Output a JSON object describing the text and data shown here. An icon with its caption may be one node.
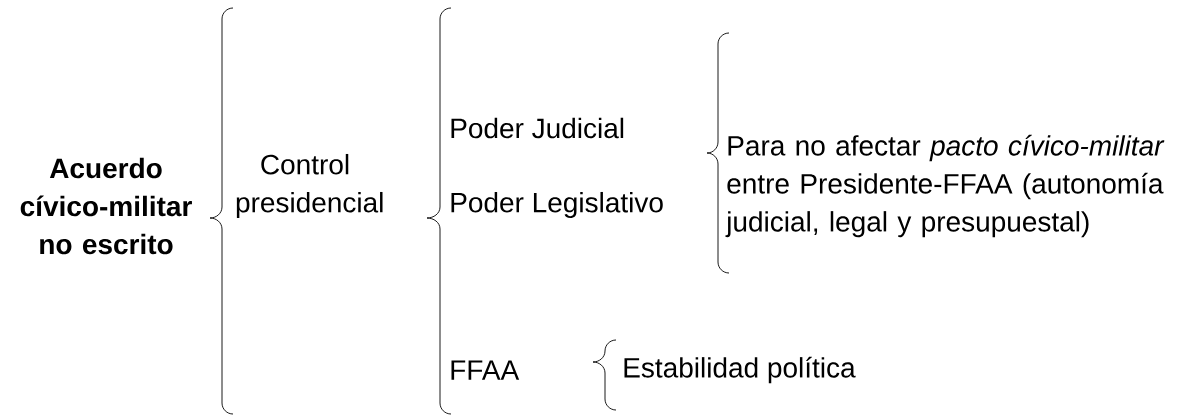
{
  "diagram": {
    "nodes": [
      {
        "text": [
          "Acuerdo cívico-militar no escrito"
        ]
      },
      {
        "text": [
          "Control presidencial"
        ]
      },
      {
        "text": [
          "Poder Judicial"
        ]
      },
      {
        "text": [
          "Poder Legislativo"
        ]
      },
      {
        "text": [
          "FFAA"
        ]
      },
      {
        "text": [
          "Para no afectar *pacto cívico-militar* entre Presidente-FFAA (autonomía judicial, legal y presupuestal)"
        ]
      },
      {
        "text": [
          "Estabilidad política"
        ]
      }
    ]
  }
}
